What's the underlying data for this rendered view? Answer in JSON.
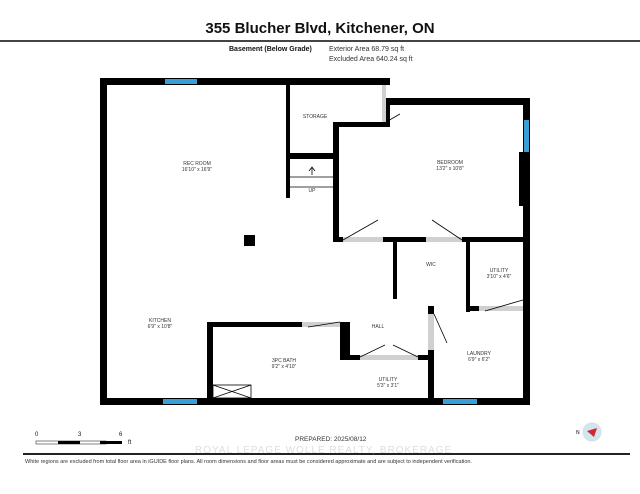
{
  "title": "355 Blucher Blvd, Kitchener, ON",
  "level": "Basement (Below Grade)",
  "exterior_area": "Exterior Area 68.79 sq ft",
  "excluded_area": "Excluded Area 640.24 sq ft",
  "rooms": [
    {
      "name": "REC ROOM",
      "dims": "16'10\" x 16'9\""
    },
    {
      "name": "STORAGE",
      "dims": ""
    },
    {
      "name": "UP",
      "dims": ""
    },
    {
      "name": "BEDROOM",
      "dims": "13'2\" x 10'8\""
    },
    {
      "name": "WIC",
      "dims": ""
    },
    {
      "name": "UTILITY",
      "dims": "3'10\" x 4'6\""
    },
    {
      "name": "KITCHEN",
      "dims": "6'9\" x 10'8\""
    },
    {
      "name": "3PC BATH",
      "dims": "9'2\" x 4'10\""
    },
    {
      "name": "HALL",
      "dims": ""
    },
    {
      "name": "UTILITY",
      "dims": "5'3\" x 3'1\""
    },
    {
      "name": "LAUNDRY",
      "dims": "6'9\" x 6'2\""
    }
  ],
  "scale": {
    "ticks": [
      "0",
      "3",
      "6"
    ],
    "unit": "ft"
  },
  "prepared": "PREPARED: 2025/08/12",
  "note": "White regions are excluded from total floor area in iGUIDE floor plans. All room dimensions and floor areas must be considered approximate and are subject to independent verification.",
  "watermark": "ROYAL LEPAGE WOLLE REALTY, BROKERAGE",
  "colors": {
    "wall": "#000000",
    "window": "#3a9fd6",
    "door_swing": "#d0d0d0",
    "compass": "#d8262e"
  }
}
